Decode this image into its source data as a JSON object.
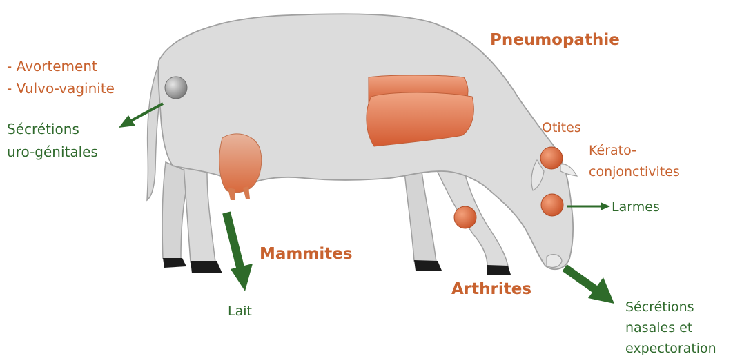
{
  "colors": {
    "body_fill": "#dcdcdc",
    "body_stroke": "#9e9e9e",
    "lesion_orange": "#d9653a",
    "label_orange": "#c8622f",
    "label_green": "#2f6a2c",
    "arrow_green": "#2e6b2a",
    "hoof": "#1b1b1b",
    "grey_lesion": "#9a9a9a"
  },
  "labels": {
    "avortement": "- Avortement",
    "vulvo_vaginite": "- Vulvo-vaginite",
    "secretions_uro_1": "Sécrétions",
    "secretions_uro_2": "uro-génitales",
    "pneumopathie": "Pneumopathie",
    "otites": "Otites",
    "kerato_1": "Kérato-",
    "kerato_2": "conjonctivites",
    "larmes": "Larmes",
    "mammites": "Mammites",
    "lait": "Lait",
    "arthrites": "Arthrites",
    "secretions_nasales_1": "Sécrétions",
    "secretions_nasales_2": "nasales et",
    "secretions_nasales_3": "expectoration"
  }
}
